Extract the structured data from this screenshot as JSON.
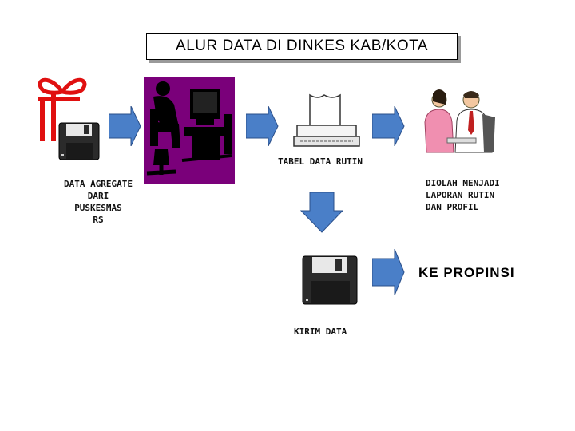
{
  "diagram": {
    "title": "ALUR DATA DI DINKES KAB/KOTA",
    "labels": {
      "data_agregate": "DATA AGREGATE\nDARI\nPUSKESMAS\nRS",
      "tabel_data_rutin": "TABEL DATA RUTIN",
      "diolah": "DIOLAH MENJADI\nLAPORAN RUTIN\nDAN PROFIL",
      "kirim_data": "KIRIM DATA",
      "ke_propinsi": "KE PROPINSI"
    }
  },
  "colors": {
    "arrow_fill": "#4a7fc8",
    "computer_bg": "#7a007a",
    "gift_red": "#e01010",
    "disk_body": "#2b2b2b"
  },
  "icons": [
    "gift-icon",
    "floppy-disk-icon",
    "computer-user-icon",
    "printer-icon",
    "people-meeting-icon"
  ]
}
